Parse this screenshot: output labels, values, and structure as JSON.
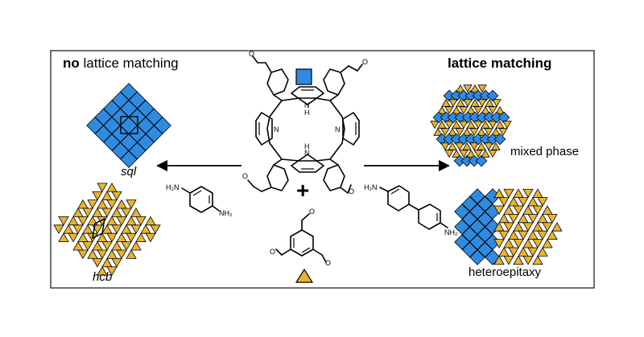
{
  "left_header": {
    "bold": "no",
    "rest": " lattice matching"
  },
  "right_header": {
    "bold": "lattice matching"
  },
  "labels": {
    "sql": "sql",
    "hcb": "hcb",
    "mixed_phase": "mixed phase",
    "heteroepitaxy": "heteroepitaxy"
  },
  "plus": "+",
  "atoms": {
    "oxygen": "O",
    "nh": "N",
    "nh_h": "H",
    "pyridinic_n": "N",
    "amine_left": "H₂N",
    "amine_right": "NH₂"
  },
  "colors": {
    "square_blue": "#2F8BE0",
    "triangle_gold": "#E8B530",
    "outline": "#000000",
    "frame": "#222222"
  },
  "icons": {
    "square_node": "blue-square-icon",
    "triangle_node": "gold-triangle-icon",
    "arrow_left": "arrow-left-icon",
    "arrow_right": "arrow-right-icon"
  }
}
